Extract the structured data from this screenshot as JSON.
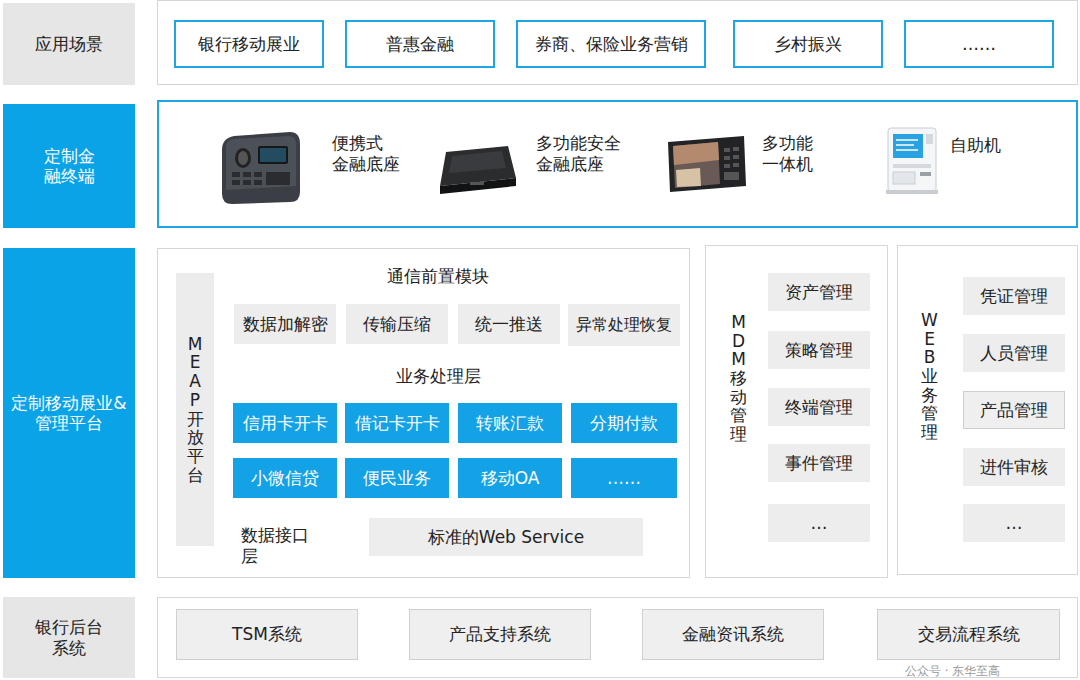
{
  "diagram": {
    "nodes": [
      {
        "text": [
          "应用场景"
        ]
      },
      {
        "text": [
          "银行移动展业"
        ]
      },
      {
        "text": [
          "普惠金融"
        ]
      },
      {
        "text": [
          "券商、保险业务营销"
        ]
      },
      {
        "text": [
          "乡村振兴"
        ]
      },
      {
        "text": [
          "……"
        ]
      },
      {
        "text": [
          "定制金融终端"
        ]
      },
      {
        "text": [
          "便携式 金融底座",
          "多功能安全 金融底座",
          "多功能 一体机",
          "自助机"
        ]
      },
      {
        "text": [
          "定制移动展业& 管理平台"
        ]
      },
      {
        "text": [
          "通信前置模块",
          "业务处理层",
          "数据接口层"
        ]
      },
      {
        "text": [
          "MEAP 开放平台"
        ],
        "in": 9
      },
      {
        "text": [
          "数据加解密"
        ],
        "in": 9
      },
      {
        "text": [
          "传输压缩"
        ],
        "in": 9
      },
      {
        "text": [
          "统一推送"
        ],
        "in": 9
      },
      {
        "text": [
          "异常处理恢复"
        ],
        "in": 9
      },
      {
        "text": [
          "信用卡开卡"
        ],
        "in": 9
      },
      {
        "text": [
          "借记卡开卡"
        ],
        "in": 9
      },
      {
        "text": [
          "转账汇款"
        ],
        "in": 9
      },
      {
        "text": [
          "分期付款"
        ],
        "in": 9
      },
      {
        "text": [
          "小微信贷"
        ],
        "in": 9
      },
      {
        "text": [
          "便民业务"
        ],
        "in": 9
      },
      {
        "text": [
          "移动OA"
        ],
        "in": 9
      },
      {
        "text": [
          "……"
        ],
        "in": 9
      },
      {
        "text": [
          "标准的Web Service"
        ],
        "in": 9
      },
      {
        "text": [
          "MDM 移动管理"
        ]
      },
      {
        "text": [
          "资产管理"
        ],
        "in": 24
      },
      {
        "text": [
          "策略管理"
        ],
        "in": 24
      },
      {
        "text": [
          "终端管理"
        ],
        "in": 24
      },
      {
        "text": [
          "事件管理"
        ],
        "in": 24
      },
      {
        "text": [
          "…"
        ],
        "in": 24
      },
      {
        "text": [
          "WEB 业务管理"
        ]
      },
      {
        "text": [
          "凭证管理"
        ],
        "in": 30
      },
      {
        "text": [
          "人员管理"
        ],
        "in": 30
      },
      {
        "text": [
          "产品管理"
        ],
        "in": 30
      },
      {
        "text": [
          "进件审核"
        ],
        "in": 30
      },
      {
        "text": [
          "…"
        ],
        "in": 30
      },
      {
        "text": [
          "银行后台系统"
        ]
      },
      {
        "text": [
          "TSM系统"
        ]
      },
      {
        "text": [
          "产品支持系统"
        ]
      },
      {
        "text": [
          "金融资讯系统"
        ]
      },
      {
        "text": [
          "交易流程系统"
        ]
      }
    ],
    "labels": [
      "公众号 · 东华至高"
    ]
  }
}
